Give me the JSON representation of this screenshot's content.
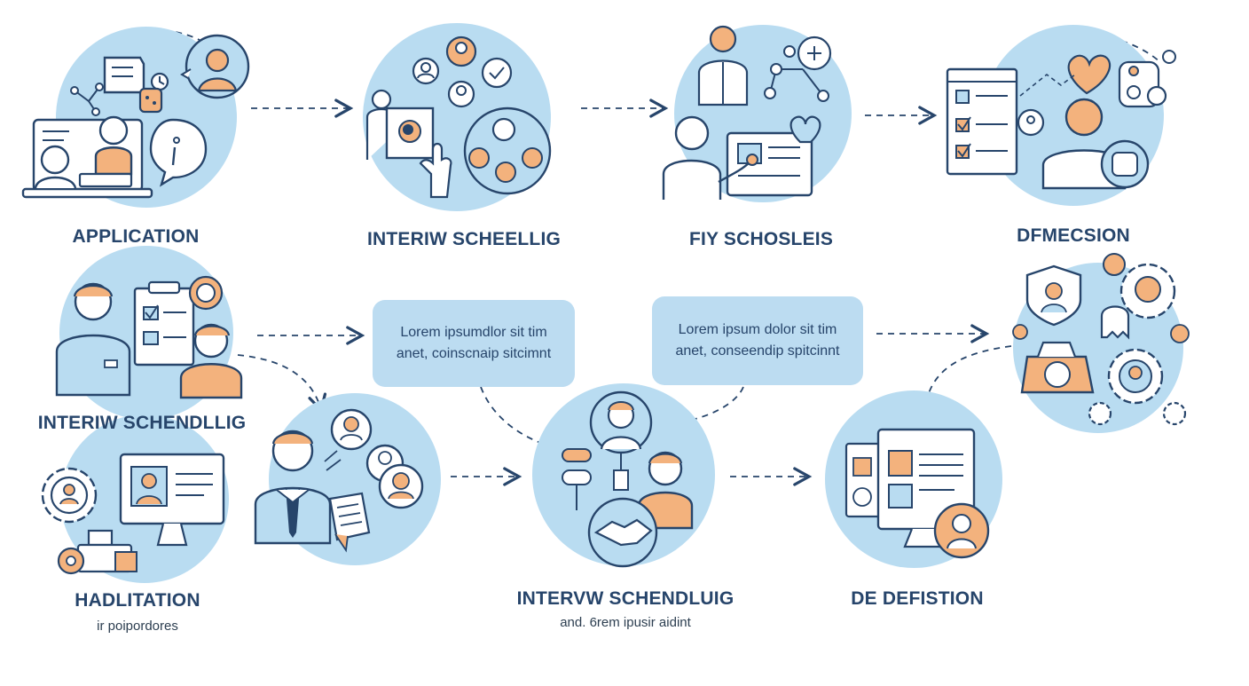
{
  "stages": [
    {
      "id": "application",
      "label": "APPLICATION"
    },
    {
      "id": "interview-scheduling-top",
      "label": "INTERIW SCHEELLIG"
    },
    {
      "id": "fiy-schosleis",
      "label": "FIY SCHOSLEIS"
    },
    {
      "id": "dfmecsion",
      "label": "DFMECSION"
    },
    {
      "id": "interview-scheduling-left",
      "label": "INTERIW SCHENDLLIG"
    },
    {
      "id": "hadlitation",
      "label": "HADLITATION",
      "sub": "ir poipordores"
    },
    {
      "id": "interview-scheduling-bottom",
      "label": "INTERVW SCHENDLUIG",
      "sub": "and. 6rem ipusir aidint"
    },
    {
      "id": "de-defistion",
      "label": "DE DEFISTION"
    }
  ],
  "callouts": [
    {
      "line1": "Lorem ipsumdlor sit tim",
      "line2": "anet, coinscnaip sitcimnt"
    },
    {
      "line1": "Lorem ipsum dolor sit tim",
      "line2": "anet, conseendip spitcinnt"
    }
  ],
  "colors": {
    "circle": "#b9dcf1",
    "outline": "#27456b",
    "skin": "#f3b27d",
    "navy_text": "#27456b",
    "callout_bg": "#bcdcf1"
  }
}
